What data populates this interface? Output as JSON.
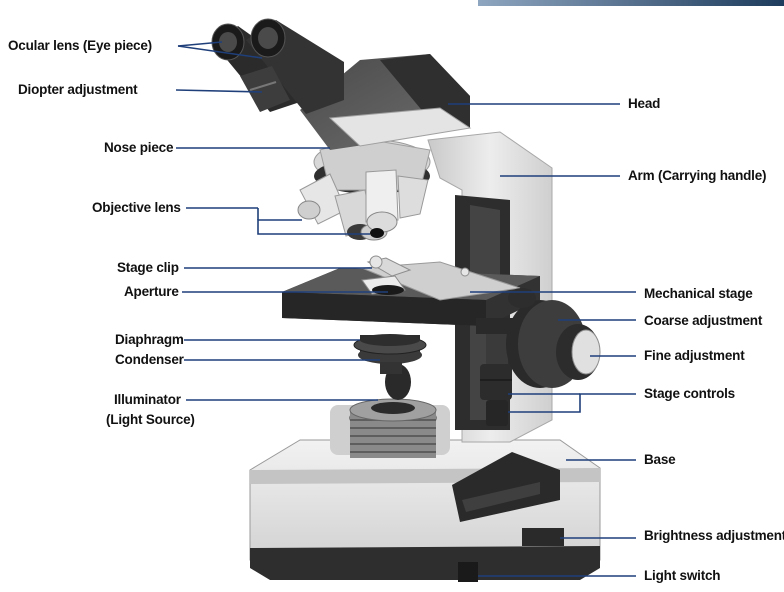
{
  "colors": {
    "leader_line": "#1f3f7a",
    "label_text": "#111111",
    "body_light": "#dcdcdc",
    "body_dark": "#3a3a3a",
    "corner_bar_start": "#8fa6c0",
    "corner_bar_end": "#1d3b5c"
  },
  "labels": {
    "ocular_lens": "Ocular lens (Eye piece)",
    "diopter_adjustment": "Diopter adjustment",
    "nose_piece": "Nose piece",
    "objective_lens": "Objective lens",
    "stage_clip": "Stage clip",
    "aperture": "Aperture",
    "diaphragm": "Diaphragm",
    "condenser": "Condenser",
    "illuminator_line1": "Illuminator",
    "illuminator_line2": "(Light Source)",
    "head": "Head",
    "arm": "Arm (Carrying handle)",
    "mechanical_stage": "Mechanical stage",
    "coarse_adjustment": "Coarse adjustment",
    "fine_adjustment": "Fine adjustment",
    "stage_controls": "Stage controls",
    "base": "Base",
    "brightness_adjustment": "Brightness adjustment",
    "light_switch": "Light switch"
  }
}
